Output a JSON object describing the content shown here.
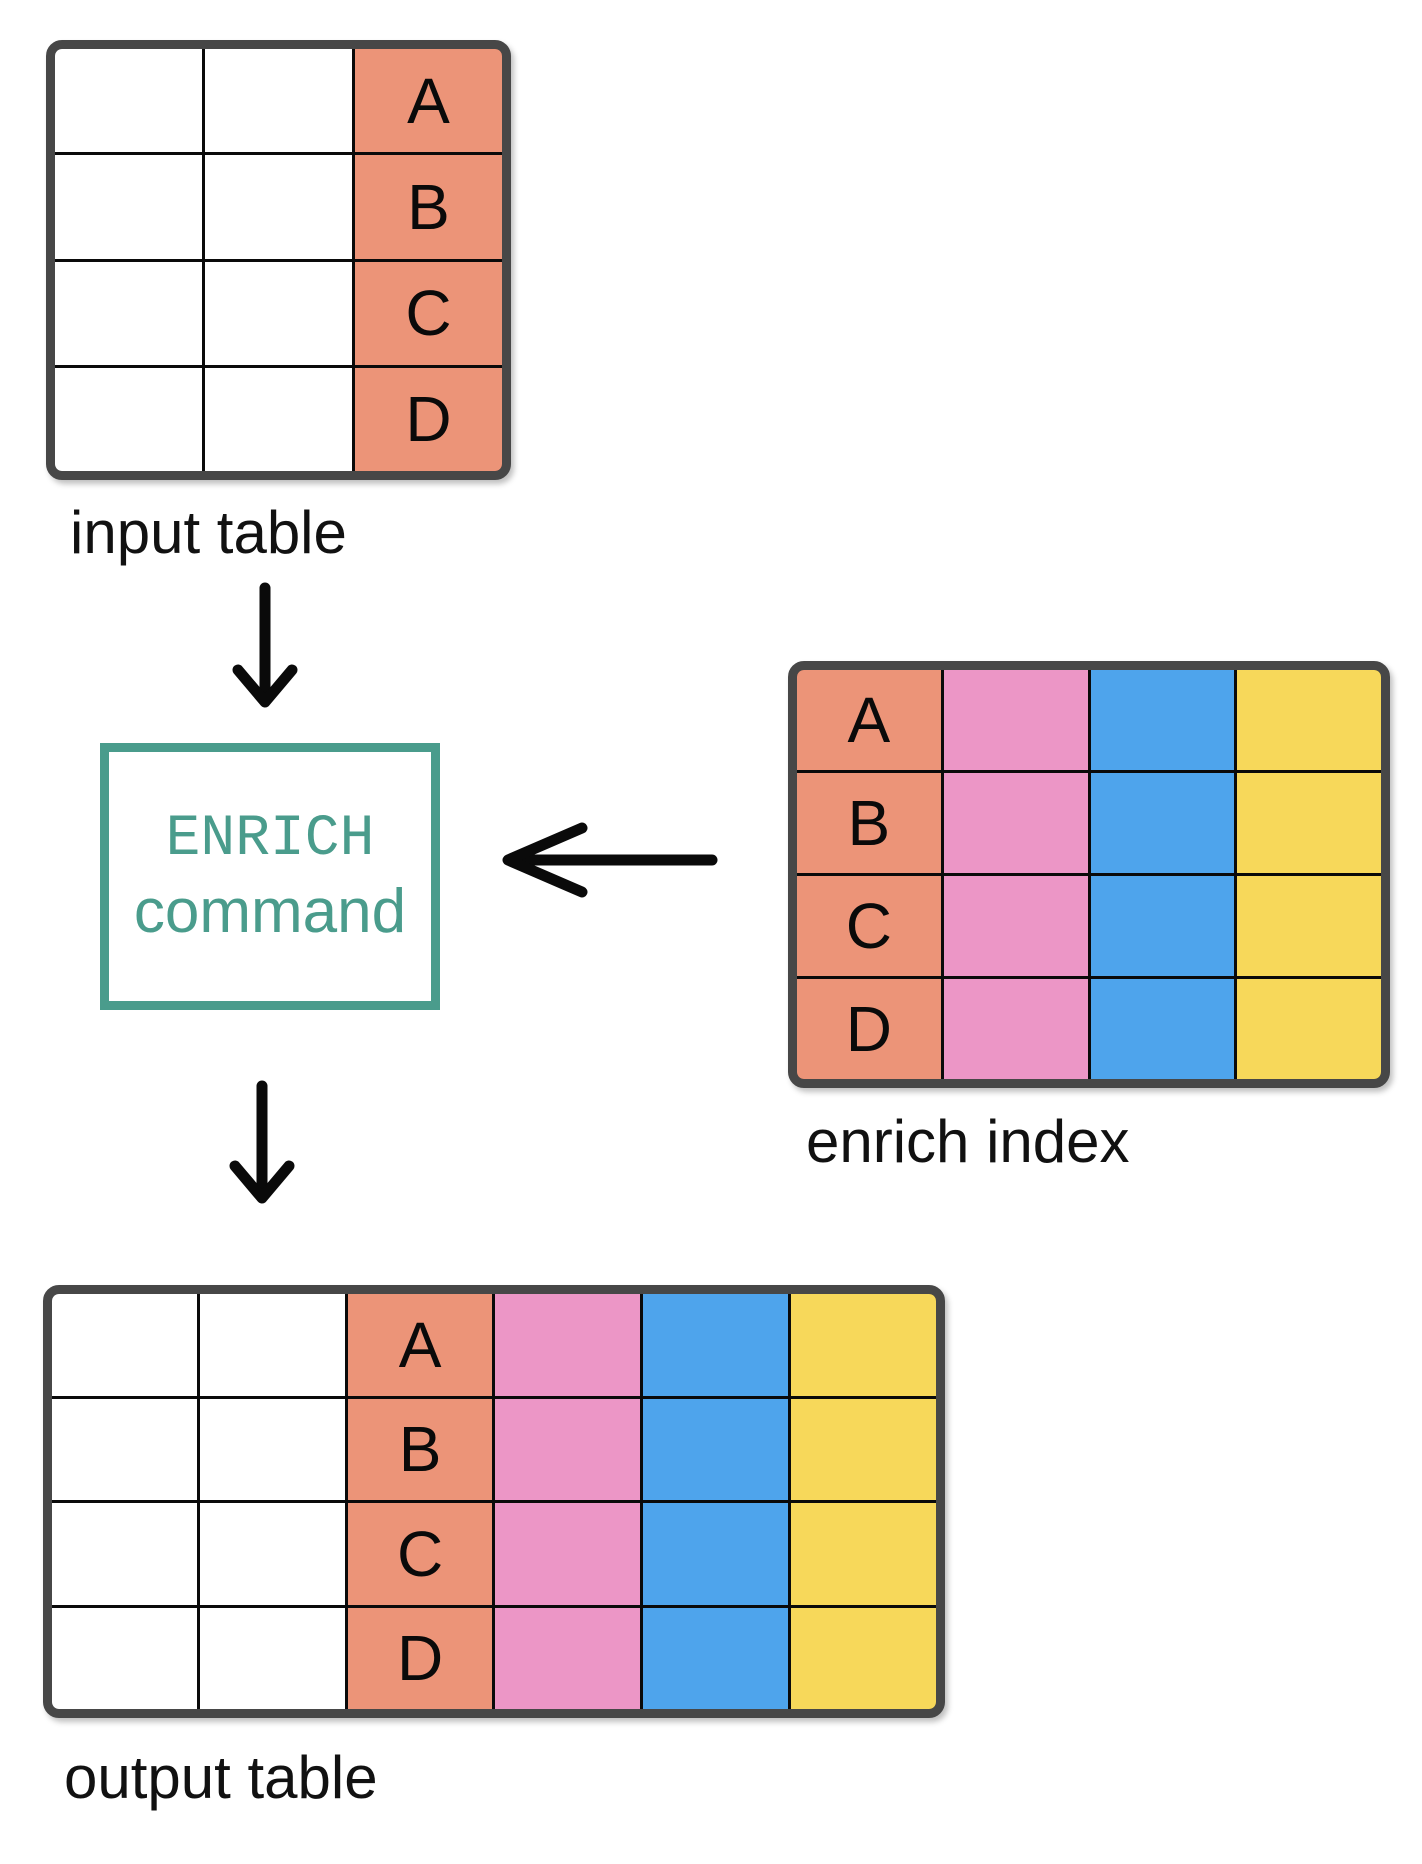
{
  "labels": {
    "input_table": "input table",
    "enrich_index": "enrich index",
    "output_table": "output table"
  },
  "command_box": {
    "line1": "ENRICH",
    "line2": "command"
  },
  "colors": {
    "white": "#ffffff",
    "salmon": "#EC9478",
    "pink": "#EC96C6",
    "blue": "#4EA4EC",
    "yellow": "#F7D85A",
    "teal": "#4A9C8C",
    "table_border": "#474747",
    "gridline": "#0a0a0a",
    "arrow": "#0a0a0a"
  },
  "tables": {
    "input": {
      "rows": [
        "A",
        "B",
        "C",
        "D"
      ],
      "columns": [
        {
          "fill": "white",
          "letters": false
        },
        {
          "fill": "white",
          "letters": false
        },
        {
          "fill": "salmon",
          "letters": true
        }
      ]
    },
    "enrich": {
      "rows": [
        "A",
        "B",
        "C",
        "D"
      ],
      "columns": [
        {
          "fill": "salmon",
          "letters": true
        },
        {
          "fill": "pink",
          "letters": false
        },
        {
          "fill": "blue",
          "letters": false
        },
        {
          "fill": "yellow",
          "letters": false
        }
      ]
    },
    "output": {
      "rows": [
        "A",
        "B",
        "C",
        "D"
      ],
      "columns": [
        {
          "fill": "white",
          "letters": false
        },
        {
          "fill": "white",
          "letters": false
        },
        {
          "fill": "salmon",
          "letters": true
        },
        {
          "fill": "pink",
          "letters": false
        },
        {
          "fill": "blue",
          "letters": false
        },
        {
          "fill": "yellow",
          "letters": false
        }
      ]
    }
  }
}
